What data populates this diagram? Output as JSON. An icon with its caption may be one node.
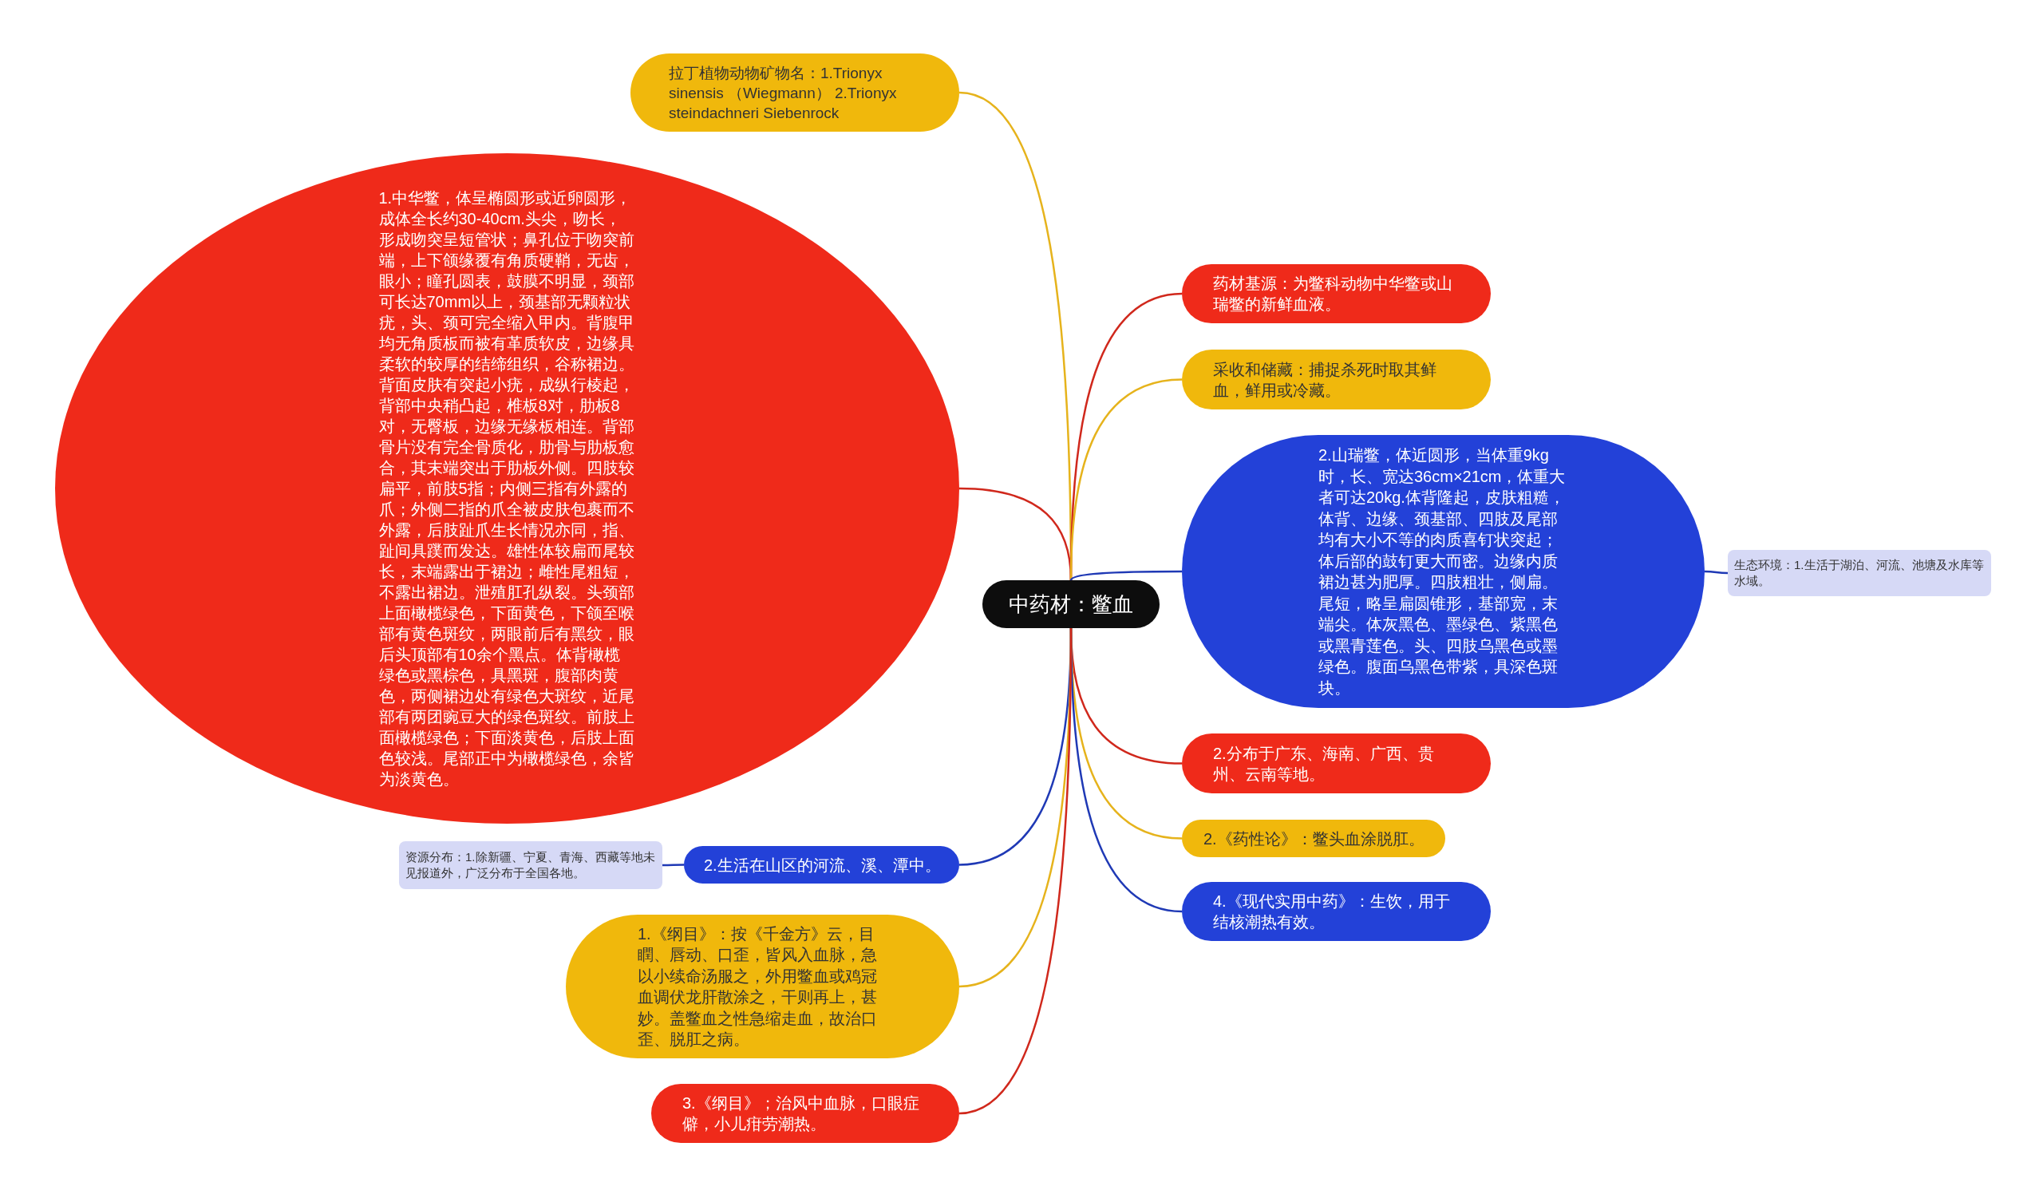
{
  "diagram": {
    "nodes": [
      {
        "text": [
          "中药材：鳖血"
        ]
      },
      {
        "text": [
          "拉丁植物动物矿物名：1.Trionyx sinensis （Wiegmann） 2.Trionyx steindachneri Siebenrock"
        ]
      },
      {
        "text": [
          "1.中华鳖，体呈椭圆形或近卵圆形，成体全长约30-40cm.头尖，吻长，形成吻突呈短管状；鼻孔位于吻突前端，上下颌缘覆有角质硬鞘，无齿，眼小；瞳孔圆表，鼓膜不明显，颈部可长达70mm以上，颈基部无颗粒状疣，头、颈可完全缩入甲内。背腹甲均无角质板而被有革质软皮，边缘具柔软的较厚的结缔组织，谷称裙边。背面皮肤有突起小疣，成纵行棱起，背部中央稍凸起，椎板8对，肋板8对，无臀板，边缘无缘板相连。背部骨片没有完全骨质化，肋骨与肋板愈合，其末端突出于肋板外侧。四肢较扁平，前肢5指；内侧三指有外露的爪；外侧二指的爪全被皮肤包裹而不外露，后肢趾爪生长情况亦同，指、趾间具蹼而发达。雄性体较扁而尾较长，末端露出于裙边；雌性尾粗短，不露出裙边。泄殖肛孔纵裂。头颈部上面橄榄绿色，下面黄色，下颌至喉部有黄色斑纹，两眼前后有黑纹，眼后头顶部有10余个黑点。体背橄榄绿色或黑棕色，具黑斑，腹部肉黄色，两侧裙边处有绿色大斑纹，近尾部有两团豌豆大的绿色斑纹。前肢上面橄榄绿色；下面淡黄色，后肢上面色较浅。尾部正中为橄榄绿色，余皆为淡黄色。"
        ]
      },
      {
        "text": [
          "药材基源：为鳖科动物中华鳖或山瑞鳖的新鲜血液。"
        ]
      },
      {
        "text": [
          "采收和储藏：捕捉杀死时取其鲜血，鲜用或冷藏。"
        ]
      },
      {
        "text": [
          "2.山瑞鳖，体近圆形，当体重9kg时，长、宽达36cm×21cm，体重大者可达20kg.体背隆起，皮肤粗糙，体背、边缘、颈基部、四肢及尾部均有大小不等的肉质喜钉状突起；体后部的鼓钉更大而密。边缘内质裙边甚为肥厚。四肢粗壮，侧扁。尾短，略呈扁圆锥形，基部宽，末端尖。体灰黑色、墨绿色、紫黑色或黑青莲色。头、四肢乌黑色或墨绿色。腹面乌黑色带紫，具深色斑块。"
        ]
      },
      {
        "text": [
          "生态环境：1.生活于湖泊、河流、池塘及水库等水域。"
        ]
      },
      {
        "text": [
          "2.分布于广东、海南、广西、贵州、云南等地。"
        ]
      },
      {
        "text": [
          "2.《药性论》：鳖头血涂脱肛。"
        ]
      },
      {
        "text": [
          "4.《现代实用中药》：生饮，用于结核潮热有效。"
        ]
      },
      {
        "text": [
          "2.生活在山区的河流、溪、潭中。"
        ]
      },
      {
        "text": [
          "资源分布：1.除新疆、宁夏、青海、西藏等地未见报道外，广泛分布于全国各地。"
        ]
      },
      {
        "text": [
          "1.《纲目》：按《千金方》云，目瞤、唇动、口歪，皆风入血脉，急以小续命汤服之，外用鳖血或鸡冠血调伏龙肝散涂之，干则再上，甚妙。盖鳖血之性急缩走血，故治口歪、脱肛之病。"
        ]
      },
      {
        "text": [
          "3.《纲目》；治风中血脉，口眼症僻，小儿疳劳潮热。"
        ]
      }
    ],
    "edges": [
      {
        "from": 0,
        "to": 1,
        "arrow": "none",
        "color": "#e6b31c"
      },
      {
        "from": 0,
        "to": 2,
        "arrow": "none",
        "color": "#d0281c"
      },
      {
        "from": 0,
        "to": 3,
        "arrow": "none",
        "color": "#d0281c"
      },
      {
        "from": 0,
        "to": 4,
        "arrow": "none",
        "color": "#e6b31c"
      },
      {
        "from": 0,
        "to": 5,
        "arrow": "none"
      },
      {
        "from": 5,
        "to": 6,
        "arrow": "none"
      },
      {
        "from": 0,
        "to": 7,
        "arrow": "none",
        "color": "#d0281c"
      },
      {
        "from": 0,
        "to": 8,
        "arrow": "none",
        "color": "#e6b31c"
      },
      {
        "from": 0,
        "to": 9,
        "arrow": "none"
      },
      {
        "from": 0,
        "to": 10,
        "arrow": "none"
      },
      {
        "from": 10,
        "to": 11,
        "arrow": "none"
      },
      {
        "from": 0,
        "to": 12,
        "arrow": "none",
        "color": "#e6b31c"
      },
      {
        "from": 0,
        "to": 13,
        "arrow": "none",
        "color": "#d0281c"
      }
    ]
  }
}
